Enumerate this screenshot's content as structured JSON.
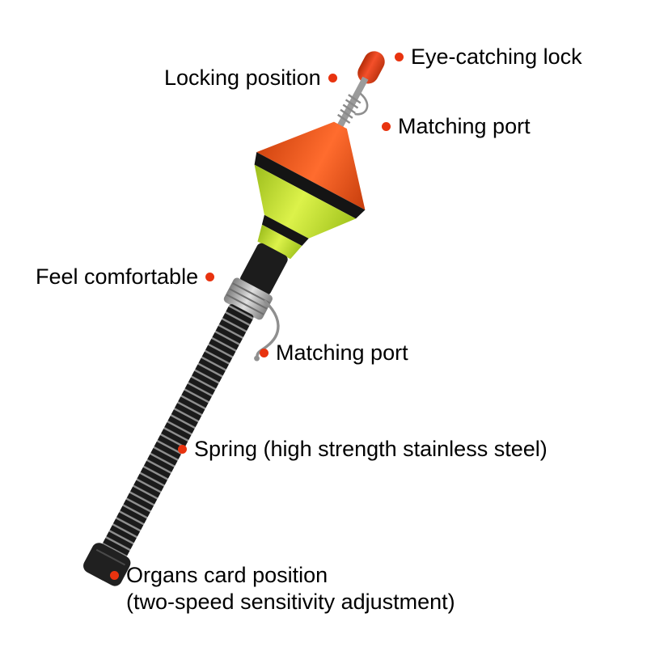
{
  "image_title": "Fishing float spring bobber annotated diagram",
  "background": "#ffffff",
  "marker_dot_color": "#e8330f",
  "labels": {
    "eye_catching_lock": "Eye-catching lock",
    "locking_position": "Locking position",
    "matching_port_top": "Matching port",
    "feel_comfortable": "Feel comfortable",
    "matching_port_mid": "Matching port",
    "spring": "Spring (high strength stainless steel)",
    "organs_line1": "Organs card position",
    "organs_line2": "(two-speed sensitivity adjustment)"
  },
  "colors": {
    "cap": "#df4114",
    "cone_orange": "#f2591e",
    "band_black": "#141414",
    "body_green": "#c3e32c",
    "tail_black": "#1c1c1c",
    "collar_silver": "#b5b5b5",
    "spring_dark": "#1a1a1a",
    "spring_light": "#909090",
    "nut_black": "#202020",
    "stem_gray": "#9b9b9b",
    "wire_gray": "#8f8f8f"
  }
}
